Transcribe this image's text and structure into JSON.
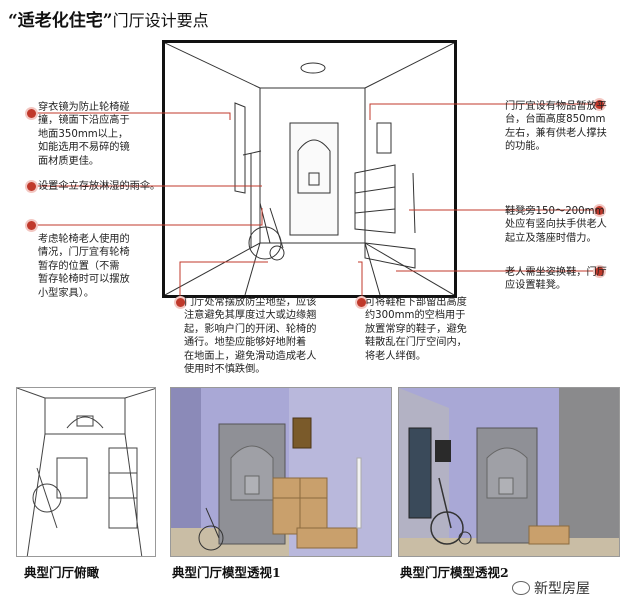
{
  "title": {
    "quoted": "“适老化住宅”",
    "rest": "门厅设计要点"
  },
  "notes": {
    "left1": [
      "穿衣镜为防止轮椅碰",
      "撞，镜面下沿应高于",
      "地面350mm以上，",
      "如能选用不易碎的镜",
      "面材质更佳。"
    ],
    "left2": [
      "设置伞立存放淋湿的雨伞。"
    ],
    "left3": [
      "考虑轮椅老人使用的",
      "情况，门厅宜有轮椅",
      "暂存的位置（不需",
      "暂存轮椅时可以摆放",
      "小型家具）。"
    ],
    "right1": [
      "门厅宜设有物品暂放平",
      "台，台面高度850mm",
      "左右，兼有供老人撑扶",
      "的功能。"
    ],
    "right2": [
      "鞋凳旁150～200mm",
      "处应有竖向扶手供老人",
      "起立及落座时借力。"
    ],
    "right3": [
      "老人需坐姿换鞋，门厅",
      "应设置鞋凳。"
    ],
    "bottom1": [
      "门厅处常摆放防尘地垫，应该",
      "注意避免其厚度过大或边缘翘",
      "起，影响户门的开闭、轮椅的",
      "通行。地垫应能够好地附着",
      "在地面上，避免滑动造成老人",
      "使用时不慎跌倒。"
    ],
    "bottom2": [
      "可将鞋柜下部留出高度",
      "约300mm的空档用于",
      "放置常穿的鞋子，避免",
      "鞋散乱在门厅空间内，",
      "将老人绊倒。"
    ]
  },
  "captions": {
    "plan": "典型门厅俯瞰",
    "view1": "典型门厅模型透视1",
    "view2": "典型门厅模型透视2"
  },
  "brand": "新型房屋",
  "colors": {
    "accent_red": "#c0392b",
    "wall_purple": "#a9a8d6",
    "door_gray": "#8f9096",
    "wood": "#c9a06c"
  }
}
